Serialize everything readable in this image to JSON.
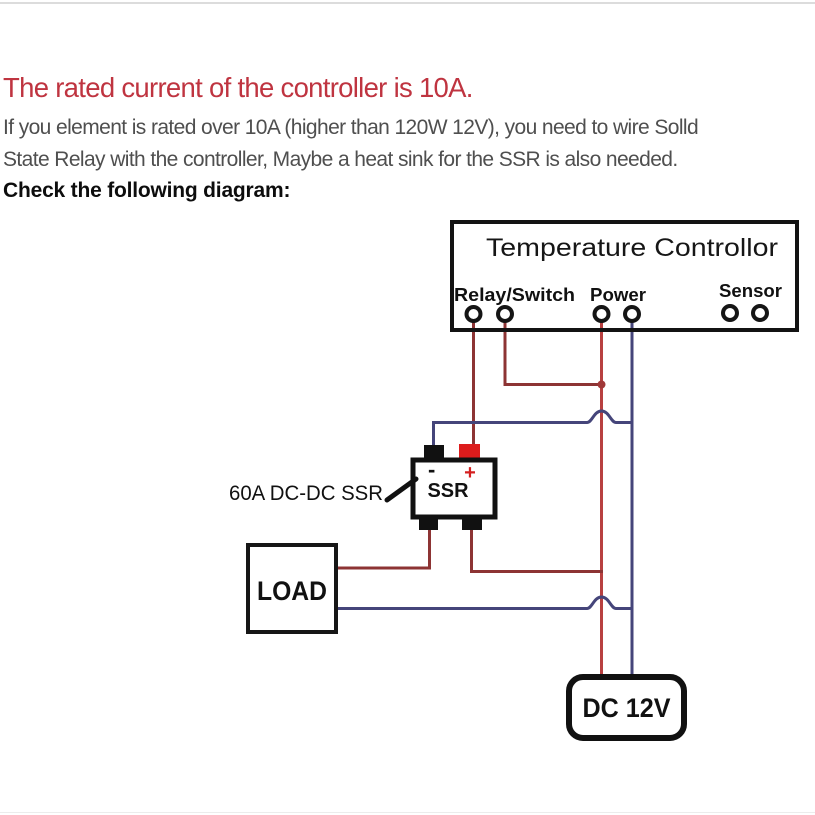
{
  "page": {
    "heading": "The rated current of the controller is 10A.",
    "body_line1": "If you element is rated over 10A (higher than 120W 12V), you need to wire Solld",
    "body_line2": "State Relay with the controller, Maybe a heat sink for the SSR is also needed.",
    "body_line3": "Check the following diagram:"
  },
  "diagram": {
    "controller": {
      "title": "Temperature Controllor",
      "relay_switch_label": "Relay/Switch",
      "power_label": "Power",
      "sensor_label": "Sensor"
    },
    "ssr": {
      "pointer_label": "60A DC-DC SSR",
      "name": "SSR",
      "minus": "-",
      "plus": "+"
    },
    "load_label": "LOAD",
    "supply_label": "DC 12V"
  },
  "colors": {
    "heading_red": "#bf3440",
    "body_gray": "#4f4f4f",
    "text_black": "#111111",
    "wire_dark_red": "#8d3434",
    "wire_red": "#b84040",
    "wire_blue": "#45457a",
    "ssr_plus_terminal_red": "#dd1c1c"
  }
}
